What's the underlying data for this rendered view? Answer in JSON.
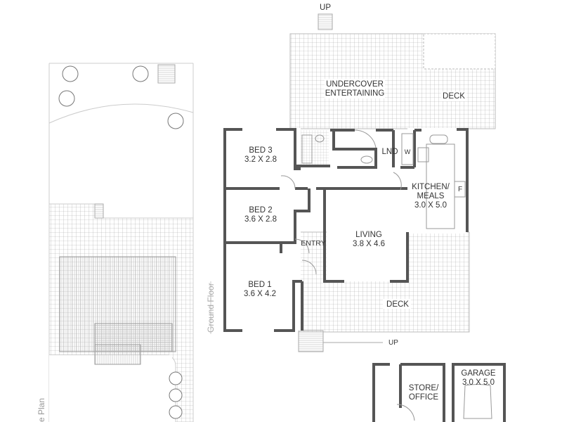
{
  "labels": {
    "up_top": "UP",
    "undercover": [
      "UNDERCOVER",
      "ENTERTAINING"
    ],
    "deck_top": "DECK",
    "bed3": [
      "BED 3",
      "3.2 X 2.8"
    ],
    "lnd": "LND",
    "w": "W",
    "f": "F",
    "kitchen": [
      "KITCHEN/",
      "MEALS",
      "3.0 X 5.0"
    ],
    "bed2": [
      "BED 2",
      "3.6 X 2.8"
    ],
    "entry": "ENTRY",
    "living": [
      "LIVING",
      "3.8 X 4.6"
    ],
    "bed1": [
      "BED 1",
      "3.6 X 4.2"
    ],
    "deck_bottom": "DECK",
    "up_bottom": "UP",
    "store": [
      "STORE/",
      "OFFICE"
    ],
    "garage": [
      "GARAGE",
      "3.0 X 5.0"
    ],
    "ground_floor": "Ground Floor",
    "site_plan": "e Plan"
  },
  "colors": {
    "wall": "#555555",
    "hatch": "#bbbbbb",
    "text": "#333333"
  }
}
